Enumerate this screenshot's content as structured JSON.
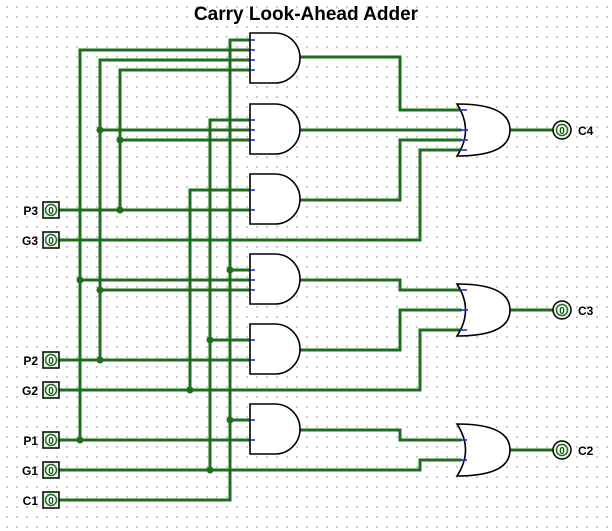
{
  "title": "Carry Look-Ahead Adder",
  "inputs": [
    {
      "label": "P3",
      "value": "0"
    },
    {
      "label": "G3",
      "value": "0"
    },
    {
      "label": "P2",
      "value": "0"
    },
    {
      "label": "G2",
      "value": "0"
    },
    {
      "label": "P1",
      "value": "0"
    },
    {
      "label": "G1",
      "value": "0"
    },
    {
      "label": "C1",
      "value": "0"
    }
  ],
  "outputs": [
    {
      "label": "C4",
      "value": "0"
    },
    {
      "label": "C3",
      "value": "0"
    },
    {
      "label": "C2",
      "value": "0"
    }
  ],
  "colors": {
    "wire": "#1e6e1e",
    "gate_stroke": "#000000",
    "pin_port": "#2a2ad0",
    "pin_fill": "#e8f2e8"
  }
}
